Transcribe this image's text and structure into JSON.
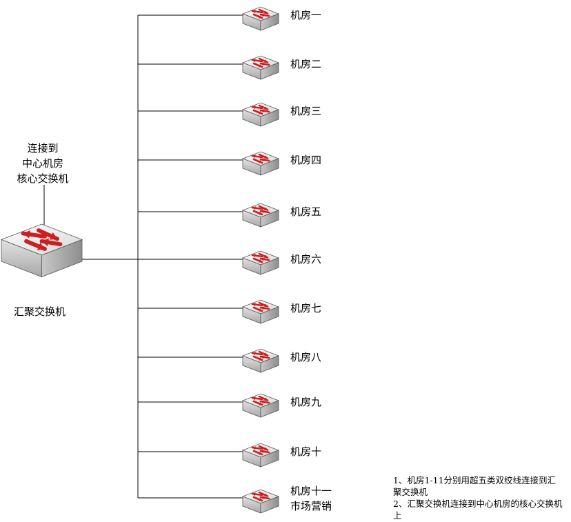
{
  "core_label": [
    "连接到",
    "中心机房",
    "核心交换机"
  ],
  "aggregation_label": "汇聚交换机",
  "rooms": [
    {
      "label": "机房一"
    },
    {
      "label": "机房二"
    },
    {
      "label": "机房三"
    },
    {
      "label": "机房四"
    },
    {
      "label": "机房五"
    },
    {
      "label": "机房六"
    },
    {
      "label": "机房七"
    },
    {
      "label": "机房八"
    },
    {
      "label": "机房九"
    },
    {
      "label": "机房十"
    },
    {
      "label": "机房十一",
      "sublabel": "市场营销"
    }
  ],
  "notes": [
    "1、机房1-11分别用超五类双绞线连接到汇聚交换机",
    "2、汇聚交换机连接到中心机房的核心交换机上"
  ],
  "colors": {
    "switch_top": "#f2f2f2",
    "switch_front": "#d9d9d9",
    "switch_side": "#bdbdbd",
    "arrow": "#cc1f1f",
    "line": "#000000"
  }
}
